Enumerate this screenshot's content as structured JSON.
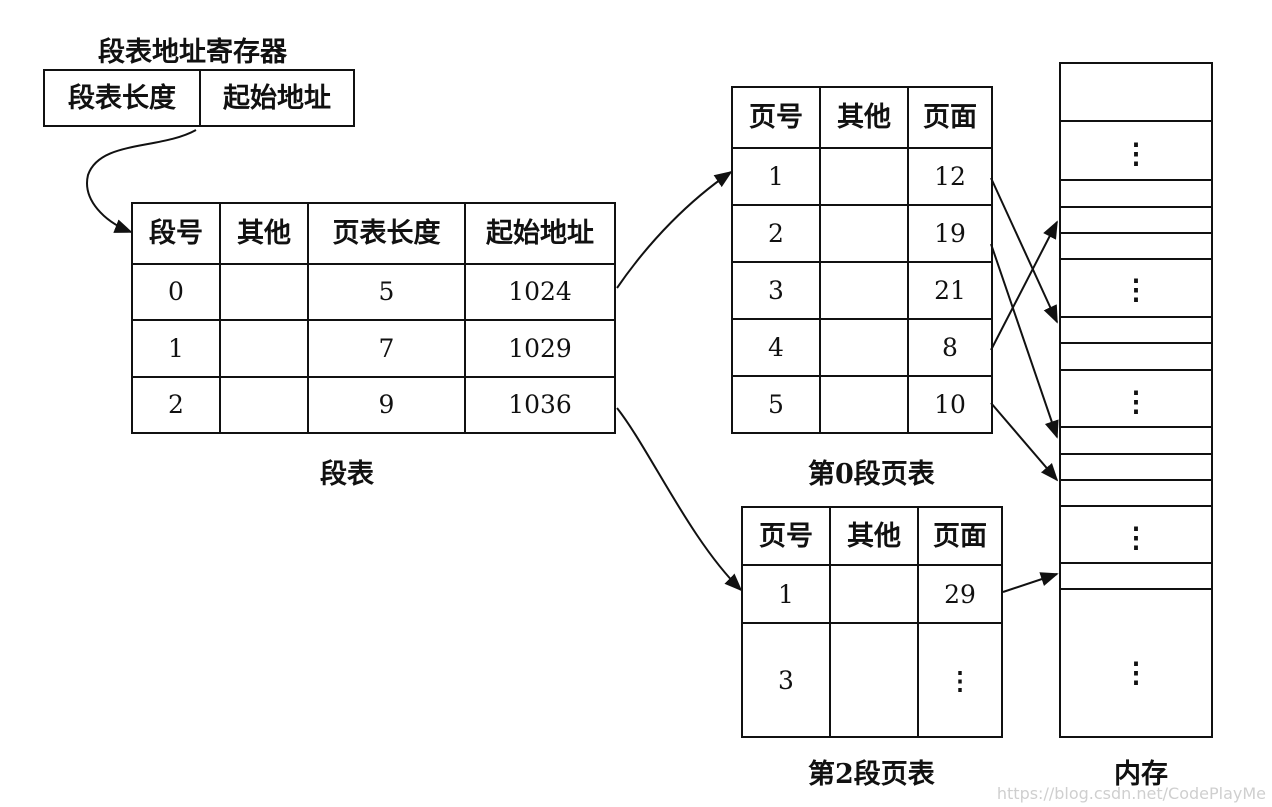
{
  "register": {
    "title": "段表地址寄存器",
    "cells": [
      "段表长度",
      "起始地址"
    ]
  },
  "segment_table": {
    "caption": "段表",
    "headers": [
      "段号",
      "其他",
      "页表长度",
      "起始地址"
    ],
    "rows": [
      [
        "0",
        "",
        "5",
        "1024"
      ],
      [
        "1",
        "",
        "7",
        "1029"
      ],
      [
        "2",
        "",
        "9",
        "1036"
      ]
    ]
  },
  "page_table_0": {
    "caption": "第0段页表",
    "headers": [
      "页号",
      "其他",
      "页面"
    ],
    "rows": [
      [
        "1",
        "",
        "12"
      ],
      [
        "2",
        "",
        "19"
      ],
      [
        "3",
        "",
        "21"
      ],
      [
        "4",
        "",
        "8"
      ],
      [
        "5",
        "",
        "10"
      ]
    ]
  },
  "page_table_2": {
    "caption": "第2段页表",
    "headers": [
      "页号",
      "其他",
      "页面"
    ],
    "rows": [
      [
        "1",
        "",
        "29"
      ],
      [
        "3",
        "",
        "⋮"
      ]
    ]
  },
  "memory": {
    "caption": "内存",
    "ellipsis": "⋮"
  },
  "watermark": "https://blog.csdn.net/CodePlayMe"
}
